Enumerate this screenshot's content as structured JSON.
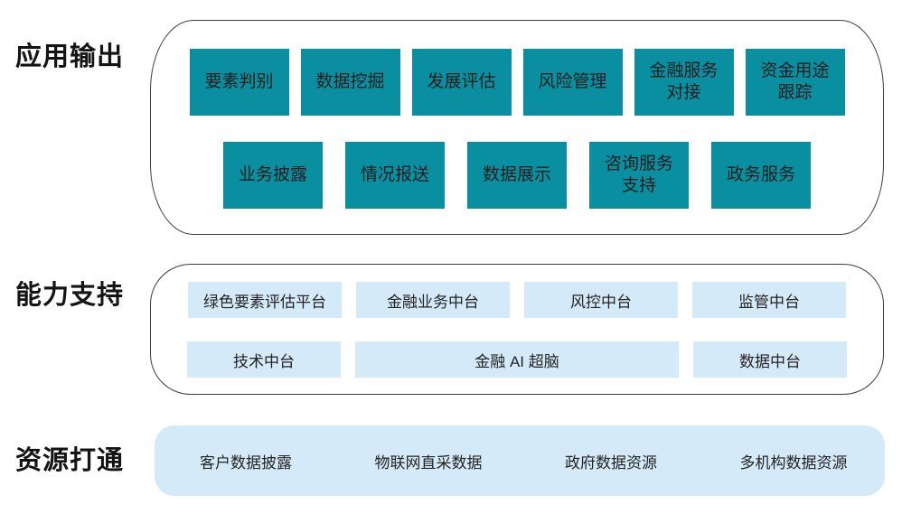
{
  "colors": {
    "teal": "#0a8fa0",
    "light_blue": "#d4eaf8",
    "outline": "#3d3d3d",
    "box_text": "#1e1e1e",
    "label_text": "#141414"
  },
  "sections": {
    "application_output": {
      "label": "应用输出",
      "row1": [
        "要素判别",
        "数据挖掘",
        "发展评估",
        "风险管理",
        "金融服务\n对接",
        "资金用途\n跟踪"
      ],
      "row2": [
        "业务披露",
        "情况报送",
        "数据展示",
        "咨询服务\n支持",
        "政务服务"
      ]
    },
    "capability_support": {
      "label": "能力支持",
      "row1": [
        "绿色要素评估平台",
        "金融业务中台",
        "风控中台",
        "监管中台"
      ],
      "row2": [
        "技术中台",
        "金融 AI 超脑",
        "数据中台"
      ]
    },
    "resource_integration": {
      "label": "资源打通",
      "items": [
        "客户数据披露",
        "物联网直采数据",
        "政府数据资源",
        "多机构数据资源"
      ]
    }
  }
}
